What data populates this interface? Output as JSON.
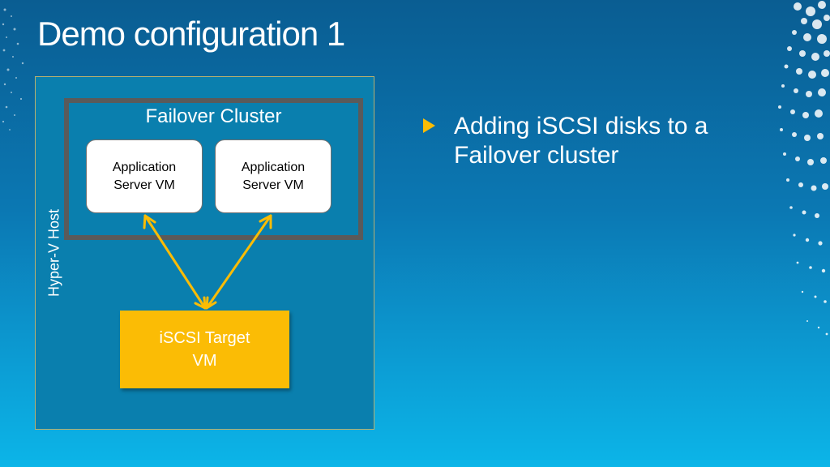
{
  "slide": {
    "title": "Demo configuration 1"
  },
  "diagram": {
    "host_label": "Hyper-V Host",
    "cluster_label": "Failover Cluster",
    "vms": [
      {
        "label": "Application\nServer VM"
      },
      {
        "label": "Application\nServer VM"
      }
    ],
    "target_label": "iSCSI Target\nVM"
  },
  "bullets": [
    {
      "text": "Adding iSCSI disks to a Failover cluster"
    }
  ],
  "colors": {
    "background_top": "#0a5d92",
    "background_bottom": "#0cb5e8",
    "accent": "#fbbc05",
    "cluster_border": "#5a5a5a",
    "host_fill": "#0a7fae"
  }
}
